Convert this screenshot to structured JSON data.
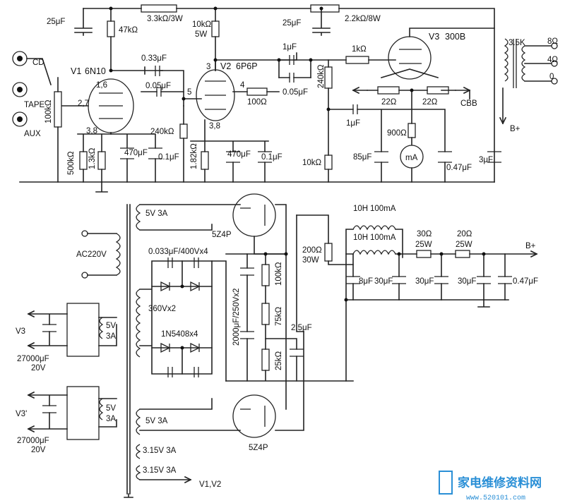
{
  "labels": {
    "r_33k": "3.3kΩ/3W",
    "r_22k": "2.2kΩ/8W",
    "c25a": "25μF",
    "c25b": "25μF",
    "r47k": "47kΩ",
    "r10k": "10kΩ",
    "r10k_w": "5W",
    "c033": "0.33μF",
    "c005a": "0.05μF",
    "c1u": "1μF",
    "r1k": "1kΩ",
    "v3": "V3",
    "v3_type": "300B",
    "t_35k": "3.5K",
    "o8": "8Ω",
    "o4": "4Ω",
    "o0": "0",
    "v1": "V1",
    "v1_type": "6N10",
    "p16": "1,6",
    "p27": "2,7",
    "p38a": "3,8",
    "v2": "V2",
    "v2_type": "6P6P",
    "p3": "3",
    "p5": "5",
    "p4": "4",
    "p38b": "3,8",
    "r100": "100Ω",
    "c005b": "0.05μF",
    "r240a": "240kΩ",
    "r22a": "22Ω",
    "r22b": "22Ω",
    "cbb": "CBB",
    "bplus_top": "B+",
    "c1ub": "1μF",
    "c3u": "3μF",
    "cd": "CD",
    "tape": "TAPE",
    "aux": "AUX",
    "pot": "100kΩ",
    "r500k": "500kΩ",
    "r13k": "1.3kΩ",
    "c470a": "470μF",
    "c01a": "0.1μF",
    "r240b": "240kΩ",
    "r182k": "1.82kΩ",
    "c470b": "470μF",
    "c01b": "0.1μF",
    "r10kb": "10kΩ",
    "c85": "85μF",
    "r900": "900Ω",
    "ma": "mA",
    "c047a": "0.47μF",
    "w5v3a_1": "5V 3A",
    "tube_5z4p_1": "5Z4P",
    "ac220": "AC220V",
    "c0033": "0.033μF/400Vx4",
    "v360": "360Vx2",
    "d1n5408": "1N5408x4",
    "c2000": "2000μF/250Vx2",
    "r100kb": "100kΩ",
    "r75k": "75kΩ",
    "r25k": "25kΩ",
    "c25u": "2.5μF",
    "r200": "200Ω",
    "r200w": "30W",
    "l10h_1": "10H",
    "l100ma_1": "100mA",
    "l10h_2": "10H",
    "l100ma_2": "100mA",
    "r30": "30Ω",
    "r30w": "25W",
    "r20": "20Ω",
    "r20w": "25W",
    "bplus_ps": "B+",
    "c8u": "8μF",
    "c30a": "30μF",
    "c30b": "30μF",
    "c30c": "30μF",
    "c047b": "0.47μF",
    "v3out": "V3",
    "c27000a": "27000μF",
    "v20a": "20V",
    "w5v3a_2": "5V",
    "w5v3a_2b": "3A",
    "v3pout": "V3'",
    "c27000b": "27000μF",
    "v20b": "20V",
    "w5v3a_3": "5V",
    "w5v3a_3b": "3A",
    "w5v3a_4": "5V 3A",
    "tube_5z4p_2": "5Z4P",
    "w315a": "3.15V 3A",
    "w315b": "3.15V 3A",
    "v1v2": "V1,V2"
  },
  "watermark": {
    "cn": "家电维修资料网",
    "url": "www.520101.com"
  }
}
